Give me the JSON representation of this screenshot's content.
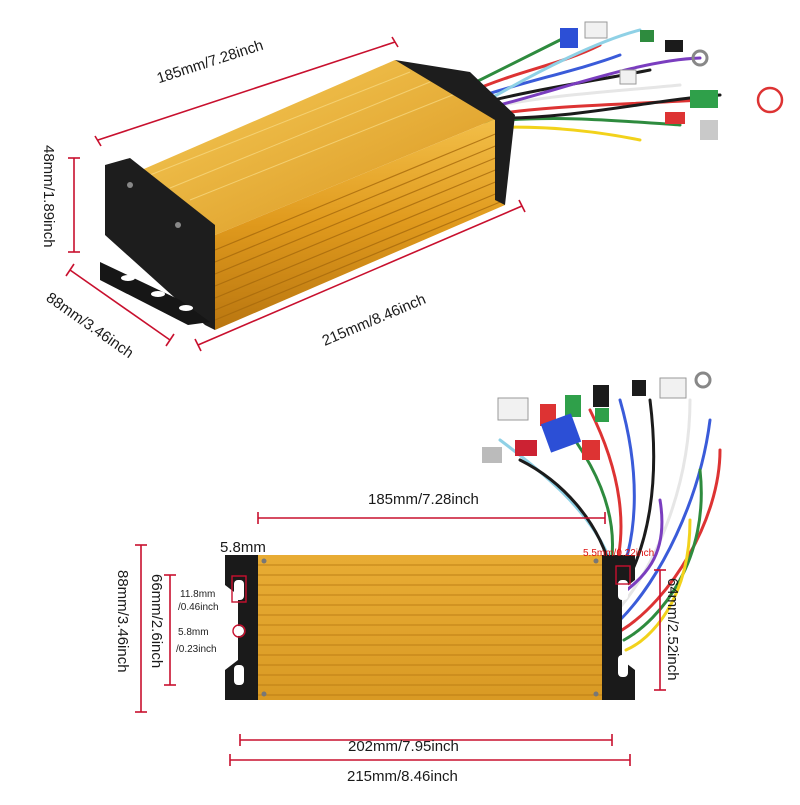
{
  "top_view": {
    "length_top": "185mm/7.28inch",
    "height": "48mm/1.89inch",
    "width": "88mm/3.46inch",
    "length_bottom": "215mm/8.46inch"
  },
  "bottom_view": {
    "length_top": "185mm/7.28inch",
    "hole_size_top": "5.8mm",
    "hole_size_right": "5.5mm/0.22inch",
    "overall_height": "88mm/3.46inch",
    "inner_height_left": "66mm/2.6inch",
    "slot_11_line1": "11.8mm",
    "slot_11_line2": "/0.46inch",
    "hole_58_line1": "5.8mm",
    "hole_58_line2": "/0.23inch",
    "inner_height_right": "64mm/2.52inch",
    "mount_span": "202mm/7.95inch",
    "overall_length": "215mm/8.46inch"
  },
  "colors": {
    "dimension_line": "#c8102e",
    "aluminum_body": "#e3a326",
    "bracket": "#1c1c1c"
  }
}
